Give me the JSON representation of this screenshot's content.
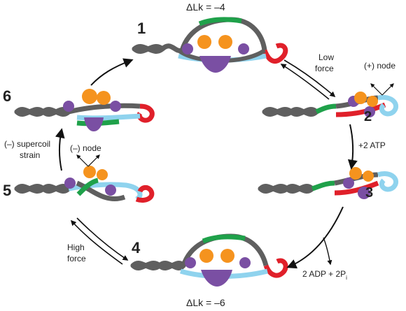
{
  "diagram": {
    "states": [
      "1",
      "2",
      "3",
      "4",
      "5",
      "6"
    ],
    "top_label": "ΔLk = –4",
    "bottom_label": "ΔLk = –6",
    "low_force": [
      "Low",
      "force"
    ],
    "high_force": [
      "High",
      "force"
    ],
    "plus_node": "(+) node",
    "minus_node": "(–) node",
    "atp": "+2 ATP",
    "adp": "2 ADP + 2P",
    "adp_sub": "i",
    "supercoil": [
      "(–) supercoil",
      "strain"
    ]
  },
  "colors": {
    "dna": "#5f5f5f",
    "green_segment": "#1fa14a",
    "red_segment": "#e0202a",
    "cyan_segment": "#8fd3ee",
    "protein_purple": "#7a4fa3",
    "protein_orange": "#f5931e",
    "arrow": "#111111"
  }
}
